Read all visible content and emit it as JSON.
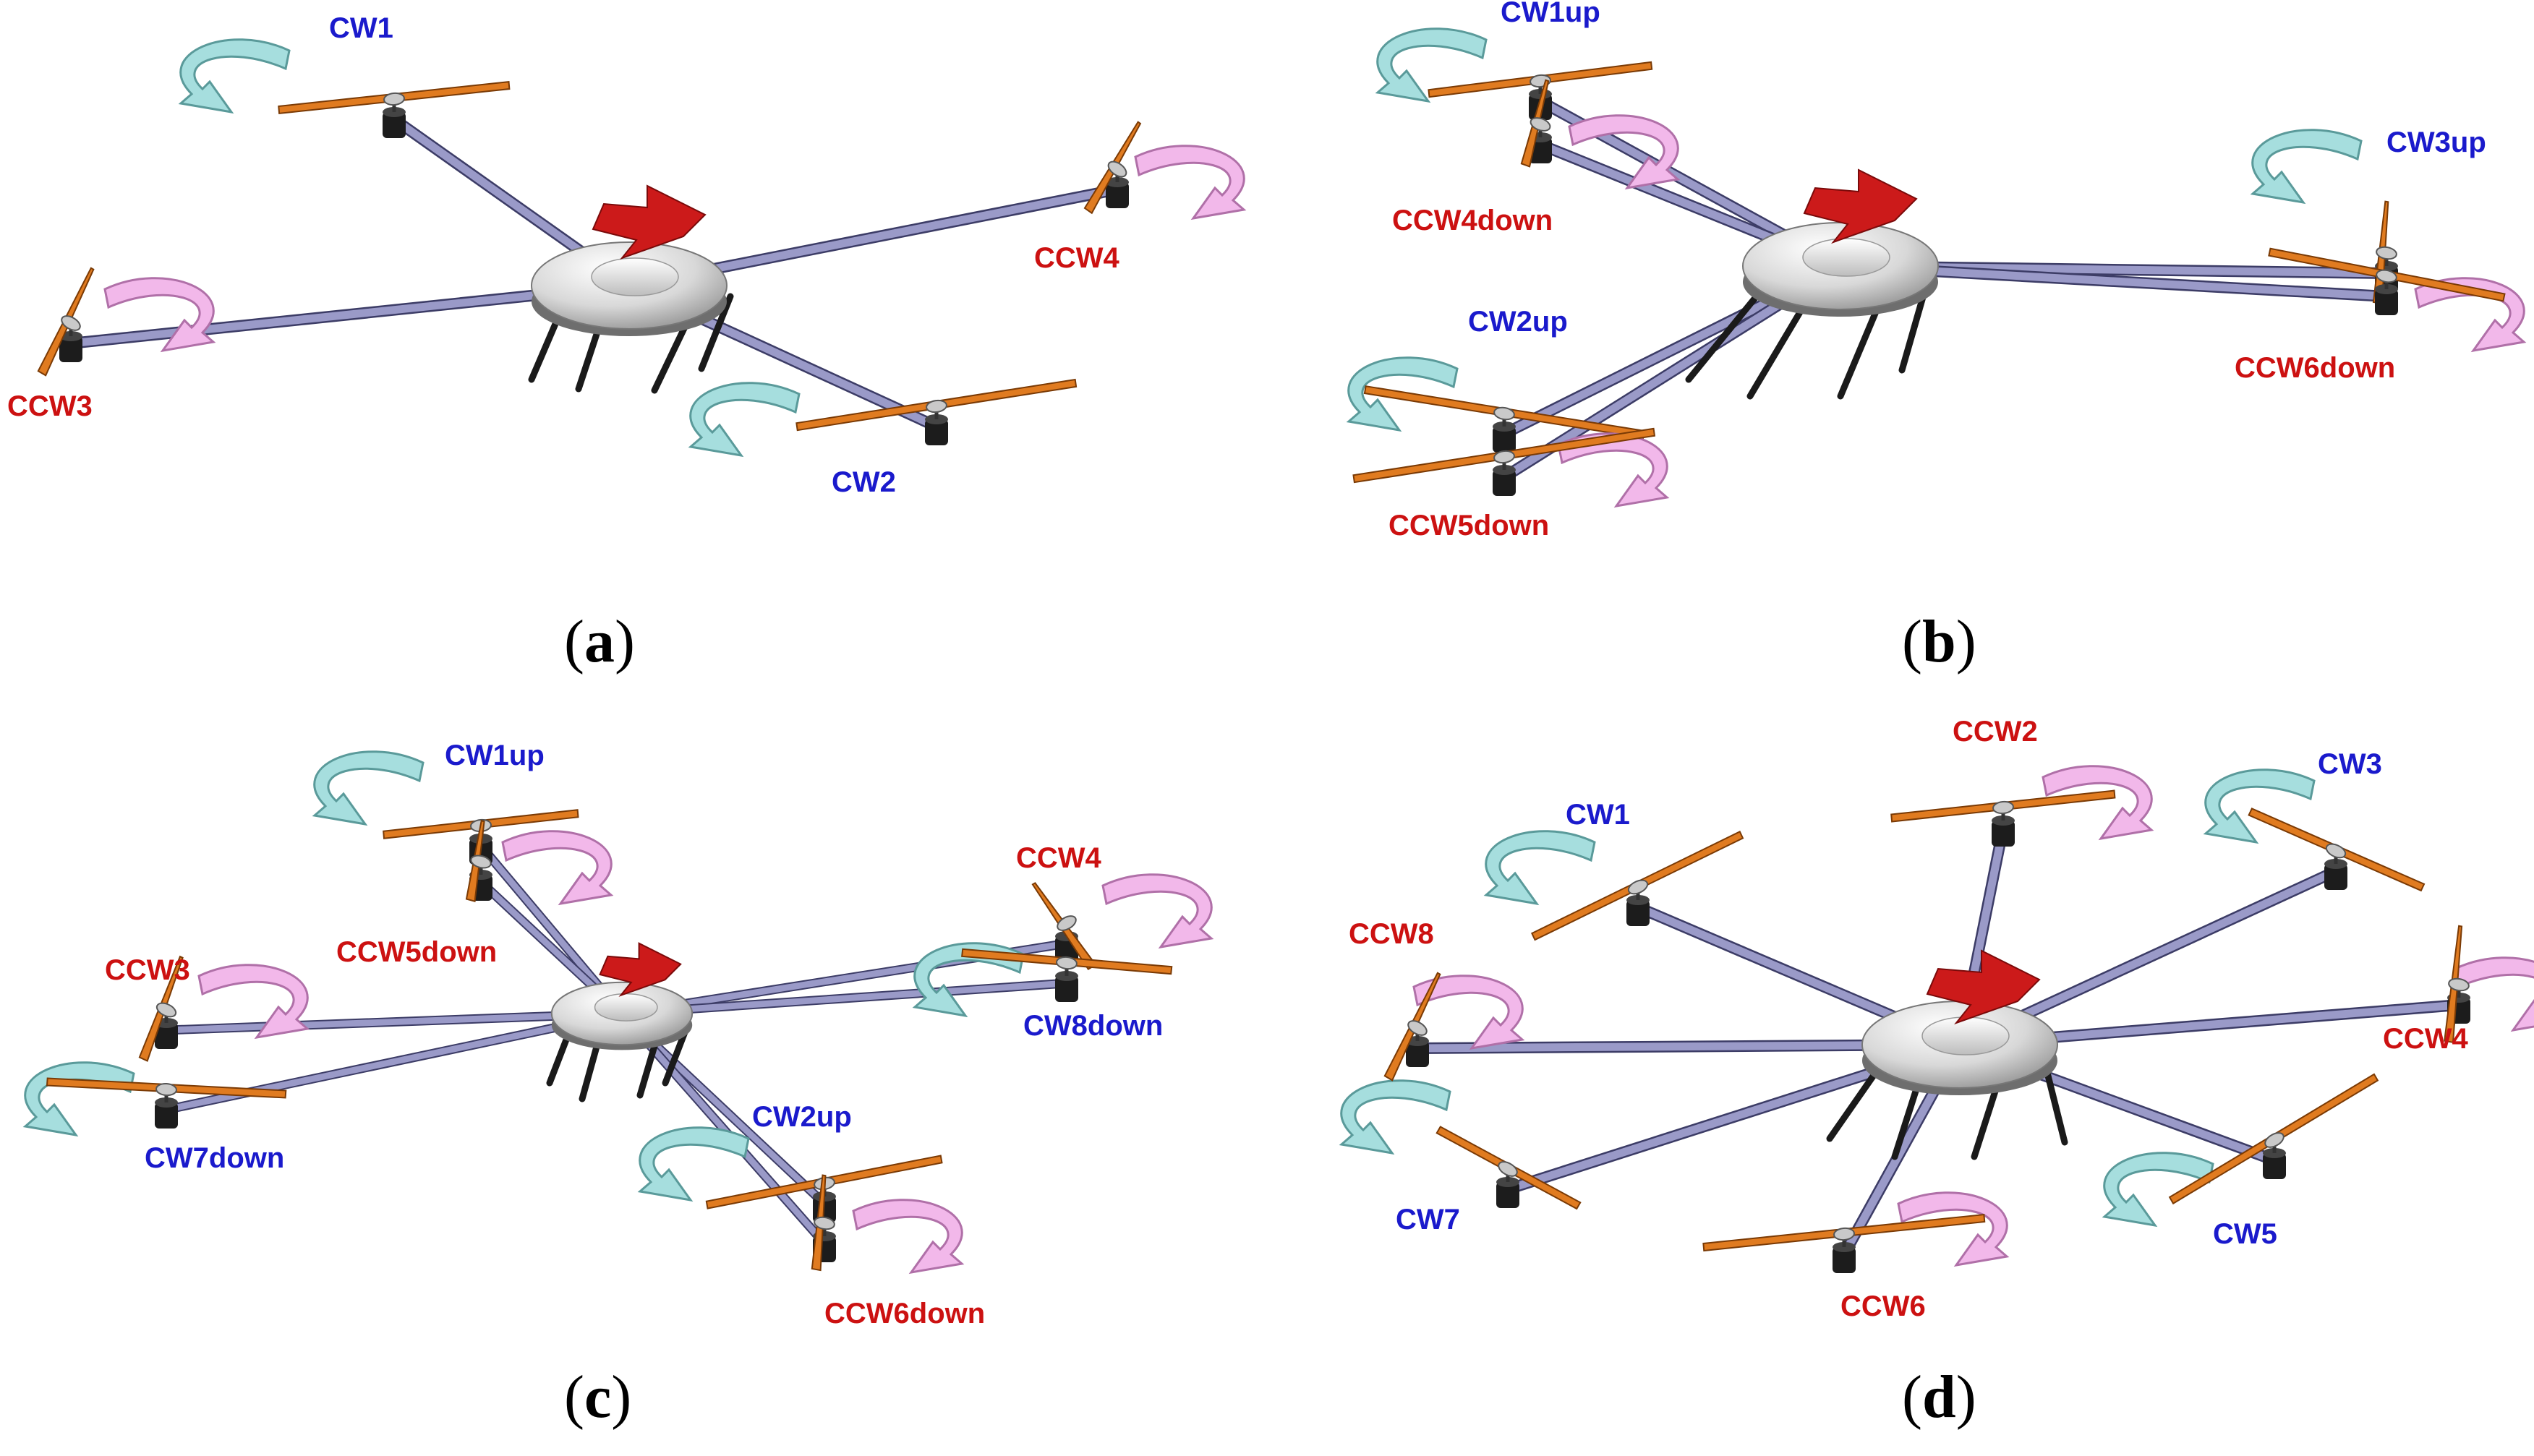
{
  "colors": {
    "cw": "#1a1acc",
    "ccw": "#cc1111",
    "arm": "#9a9ac8",
    "arm_edge": "#3c3c66",
    "prop": "#e07b20",
    "prop_edge": "#7a3a05",
    "motor": "#1c1c1c",
    "body": "#d4d4d4",
    "heading_arrow": "#cc1a1a",
    "cw_arrow": "#a6dede",
    "ccw_arrow": "#f2b8ea"
  },
  "panels": [
    {
      "id": "a",
      "caption": {
        "open": "(",
        "letter": "a",
        "close": ")"
      },
      "rotors": [
        {
          "label": "CW1",
          "dir": "cw"
        },
        {
          "label": "CW2",
          "dir": "cw"
        },
        {
          "label": "CCW3",
          "dir": "ccw"
        },
        {
          "label": "CCW4",
          "dir": "ccw"
        }
      ]
    },
    {
      "id": "b",
      "caption": {
        "open": "(",
        "letter": "b",
        "close": ")"
      },
      "rotors": [
        {
          "label": "CW1up",
          "dir": "cw"
        },
        {
          "label": "CCW4down",
          "dir": "ccw"
        },
        {
          "label": "CW2up",
          "dir": "cw"
        },
        {
          "label": "CCW5down",
          "dir": "ccw"
        },
        {
          "label": "CW3up",
          "dir": "cw"
        },
        {
          "label": "CCW6down",
          "dir": "ccw"
        }
      ]
    },
    {
      "id": "c",
      "caption": {
        "open": "(",
        "letter": "c",
        "close": ")"
      },
      "rotors": [
        {
          "label": "CW1up",
          "dir": "cw"
        },
        {
          "label": "CCW5down",
          "dir": "ccw"
        },
        {
          "label": "CCW3",
          "dir": "ccw"
        },
        {
          "label": "CW7down",
          "dir": "cw"
        },
        {
          "label": "CCW4",
          "dir": "ccw"
        },
        {
          "label": "CW8down",
          "dir": "cw"
        },
        {
          "label": "CW2up",
          "dir": "cw"
        },
        {
          "label": "CCW6down",
          "dir": "ccw"
        }
      ]
    },
    {
      "id": "d",
      "caption": {
        "open": "(",
        "letter": "d",
        "close": ")"
      },
      "rotors": [
        {
          "label": "CW1",
          "dir": "cw"
        },
        {
          "label": "CCW2",
          "dir": "ccw"
        },
        {
          "label": "CW3",
          "dir": "cw"
        },
        {
          "label": "CCW4",
          "dir": "ccw"
        },
        {
          "label": "CW5",
          "dir": "cw"
        },
        {
          "label": "CCW6",
          "dir": "ccw"
        },
        {
          "label": "CW7",
          "dir": "cw"
        },
        {
          "label": "CCW8",
          "dir": "ccw"
        }
      ]
    }
  ]
}
